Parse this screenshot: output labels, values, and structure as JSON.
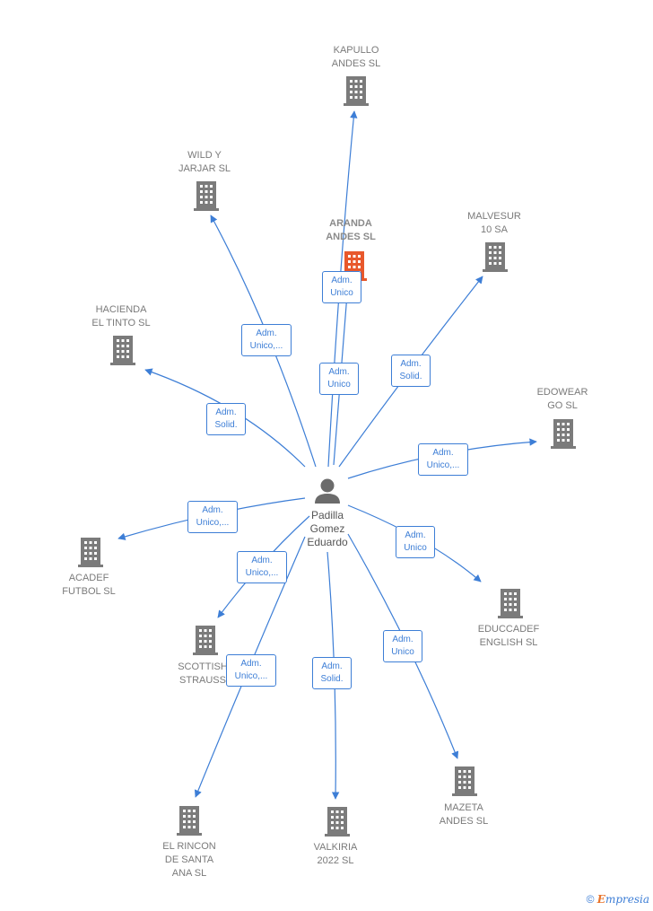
{
  "person": {
    "name": "Padilla\nGomez\nEduardo"
  },
  "companies": {
    "kapullo": "KAPULLO\nANDES  SL",
    "wild_y_jarjar": "WILD Y\nJARJAR  SL",
    "aranda_andes": "ARANDA\nANDES  SL",
    "malvesur": "MALVESUR\n10 SA",
    "hacienda": "HACIENDA\nEL TINTO  SL",
    "edowear": "EDOWEAR\nGO  SL",
    "acadef": "ACADEF\nFUTBOL  SL",
    "educcadef": "EDUCCADEF\nENGLISH  SL",
    "scottish": "SCOTTISH\nSTRAUSS",
    "mazeta": "MAZETA\nANDES  SL",
    "el_rincon": "EL RINCON\nDE SANTA\nANA  SL",
    "valkiria": "VALKIRIA\n2022  SL"
  },
  "edges": {
    "kapullo": "Adm.\nUnico",
    "wild_y_jarjar": "Adm.\nUnico,...",
    "aranda_andes": "Adm.\nUnico",
    "malvesur": "Adm.\nSolid.",
    "hacienda": "Adm.\nSolid.",
    "edowear": "Adm.\nUnico,...",
    "acadef": "Adm.\nUnico,...",
    "educcadef": "Adm.\nUnico",
    "scottish": "Adm.\nUnico,...",
    "mazeta": "Adm.\nUnico",
    "el_rincon": "Adm.\nUnico,...",
    "valkiria": "Adm.\nSolid."
  },
  "colors": {
    "edge": "#3d7ed6",
    "building": "#7b7b7b",
    "highlight": "#e8582c"
  },
  "footer": {
    "copyright": "©",
    "brand_initial": "E",
    "brand_rest": "mpresia"
  }
}
